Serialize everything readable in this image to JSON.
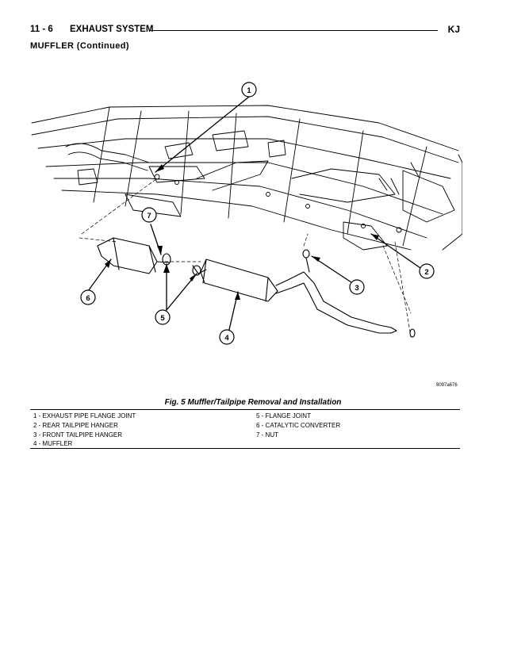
{
  "header": {
    "page_number": "11 - 6",
    "section_title": "EXHAUST SYSTEM",
    "model_code": "KJ"
  },
  "subheading": "MUFFLER (Continued)",
  "figure": {
    "callouts": [
      "1",
      "2",
      "3",
      "4",
      "5",
      "6",
      "7"
    ],
    "image_id": "8097a676",
    "caption": "Fig. 5 Muffler/Tailpipe Removal and Installation"
  },
  "legend": {
    "left": [
      "1 - EXHAUST PIPE FLANGE JOINT",
      "2 - REAR TAILPIPE HANGER",
      "3 - FRONT TAILPIPE HANGER",
      "4 - MUFFLER"
    ],
    "right": [
      "5 - FLANGE JOINT",
      "6 - CATALYTIC CONVERTER",
      "7 - NUT"
    ]
  }
}
